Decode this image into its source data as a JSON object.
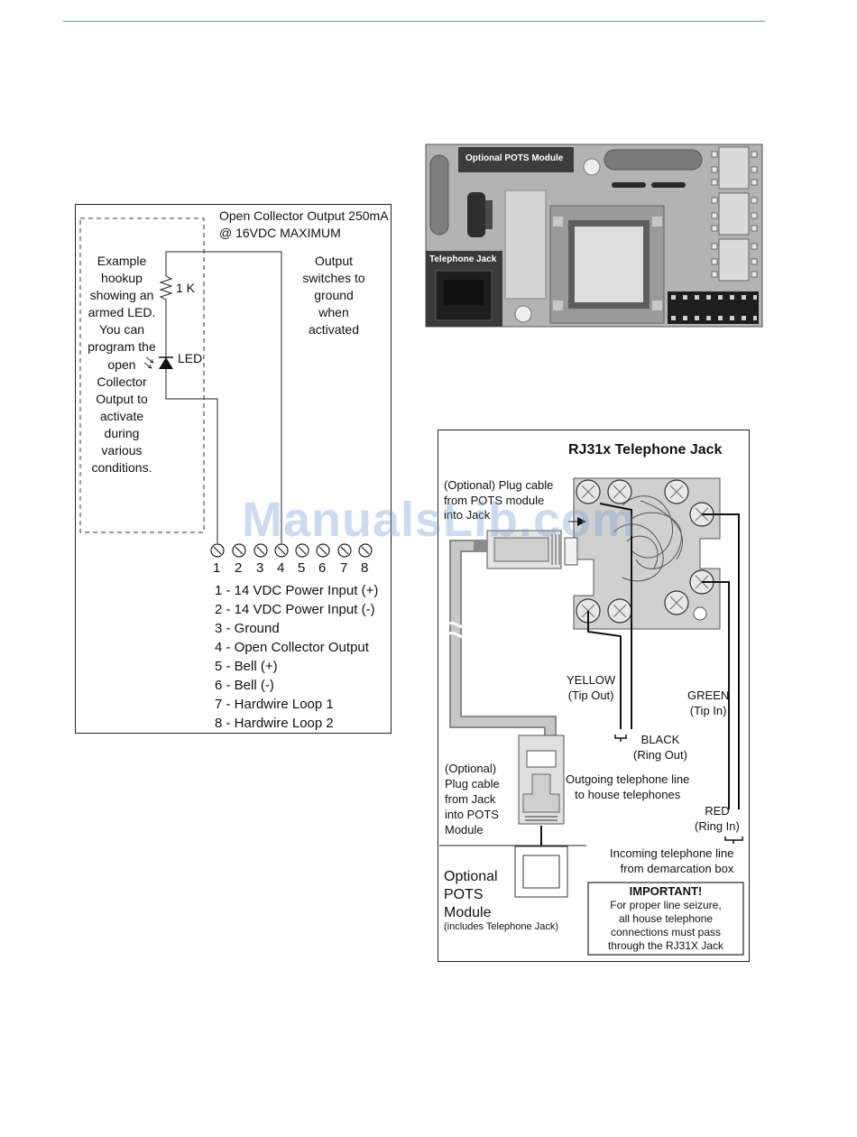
{
  "left_diagram": {
    "header": [
      "Open Collector Output 250mA",
      "@ 16VDC MAXIMUM"
    ],
    "example_lines": [
      "Example",
      "hookup",
      "showing an",
      "armed LED.",
      "You can",
      "program the",
      "open",
      "Collector",
      "Output to",
      "activate",
      "during",
      "various",
      "conditions."
    ],
    "output_lines": [
      "Output",
      "switches to",
      "ground",
      "when",
      "activated"
    ],
    "resistor_label": "1 K",
    "led_label": "LED",
    "terminal_numbers": [
      "1",
      "2",
      "3",
      "4",
      "5",
      "6",
      "7",
      "8"
    ],
    "terminal_legend": [
      "1 - 14 VDC Power Input (+)",
      "2 - 14 VDC Power Input (-)",
      "3 - Ground",
      "4 - Open Collector Output",
      "5 - Bell (+)",
      "6 - Bell (-)",
      "7 - Hardwire Loop 1",
      "8 - Hardwire Loop 2"
    ]
  },
  "board": {
    "pots_label": "Optional POTS Module",
    "jack_label": "Telephone Jack"
  },
  "rj31x": {
    "title": "RJ31x Telephone Jack",
    "plug_from_pots": [
      "(Optional) Plug cable",
      "from POTS module",
      "into Jack"
    ],
    "yellow": [
      "YELLOW",
      "(Tip Out)"
    ],
    "black": [
      "BLACK",
      "(Ring Out)"
    ],
    "green": [
      "GREEN",
      "(Tip In)"
    ],
    "red": [
      "RED",
      "(Ring In)"
    ],
    "outgoing": [
      "Outgoing telephone line",
      "to house telephones"
    ],
    "incoming": [
      "Incoming telephone line",
      "from demarcation box"
    ],
    "plug_from_jack": [
      "(Optional)",
      "Plug cable",
      "from Jack",
      "into POTS",
      "Module"
    ],
    "pots_module": [
      "Optional",
      "POTS",
      "Module"
    ],
    "pots_note": "(includes Telephone Jack)",
    "important_title": "IMPORTANT!",
    "important_lines": [
      "For proper line seizure,",
      "all house telephone",
      "connections must pass",
      "through the RJ31X Jack"
    ]
  },
  "watermark": "ManualsLib.com"
}
